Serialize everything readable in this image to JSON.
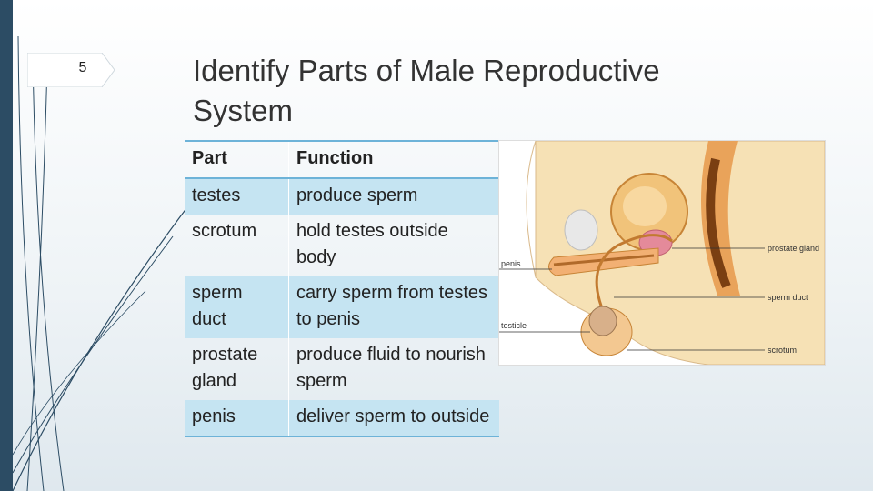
{
  "slide": {
    "number": "5"
  },
  "title": "Identify Parts of Male Reproductive System",
  "table": {
    "headers": {
      "part": "Part",
      "function": "Function"
    },
    "rows": [
      {
        "part": "testes",
        "function": "produce sperm"
      },
      {
        "part": "scrotum",
        "function": "hold testes outside body"
      },
      {
        "part": "sperm duct",
        "function": "carry sperm from testes to penis"
      },
      {
        "part": "prostate gland",
        "function": "produce fluid to nourish sperm"
      },
      {
        "part": "penis",
        "function": "deliver sperm to outside"
      }
    ]
  },
  "diagram": {
    "labels": {
      "prostate": "prostate gland",
      "penis": "penis",
      "sperm_duct": "sperm duct",
      "testicle": "testicle",
      "scrotum": "scrotum"
    }
  },
  "colors": {
    "sidebar": "#2c4c64",
    "table_band": "#c5e4f2",
    "table_rule": "#6db3d8"
  }
}
